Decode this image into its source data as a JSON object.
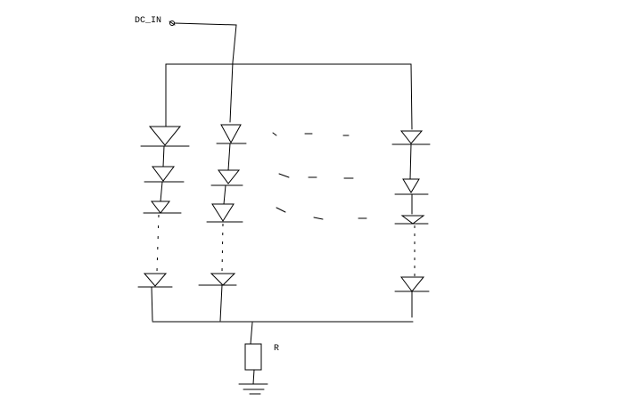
{
  "labels": {
    "input": "DC_IN",
    "resistor": "R"
  },
  "colors": {
    "ink": "#000000",
    "background": "#ffffff"
  },
  "icons": {
    "input_terminal": "open-circle-terminal",
    "diode": "diode-triangle-with-bar",
    "resistor": "rectangle-resistor",
    "ground": "ground-symbol"
  }
}
